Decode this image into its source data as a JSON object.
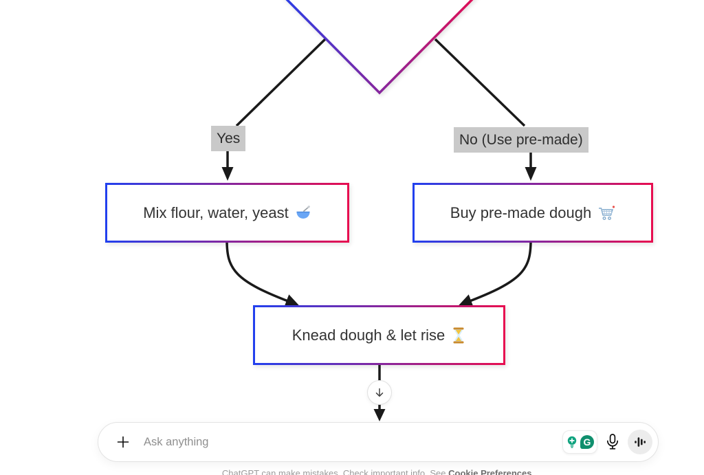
{
  "colors": {
    "gradient_blue": "#2240ee",
    "gradient_red": "#e70d50",
    "edge_black": "#1a1a1a",
    "label_bg": "#c9c9c9",
    "node_text": "#333333",
    "grammarly_green": "#0f8f6d",
    "cart_dot_red": "#e8504a",
    "voice_button_bg": "#ececec"
  },
  "diagram": {
    "branch_labels": {
      "yes": "Yes",
      "no": "No (Use pre-made)"
    },
    "nodes": {
      "mix": {
        "text": "Mix flour, water, yeast",
        "emoji": "🥣",
        "emoji_name": "bowl-with-spoon"
      },
      "buy": {
        "text": "Buy pre-made dough",
        "emoji": "🛒",
        "emoji_name": "shopping-cart"
      },
      "knead": {
        "text": "Knead dough & let rise",
        "emoji": "⏳",
        "emoji_name": "hourglass"
      }
    }
  },
  "scroll_button": {
    "icon": "arrow-down"
  },
  "composer": {
    "placeholder": "Ask anything",
    "grammarly_letter": "G"
  },
  "footer": {
    "disclaimer": "ChatGPT can make mistakes. Check important info. See ",
    "link": "Cookie Preferences."
  }
}
